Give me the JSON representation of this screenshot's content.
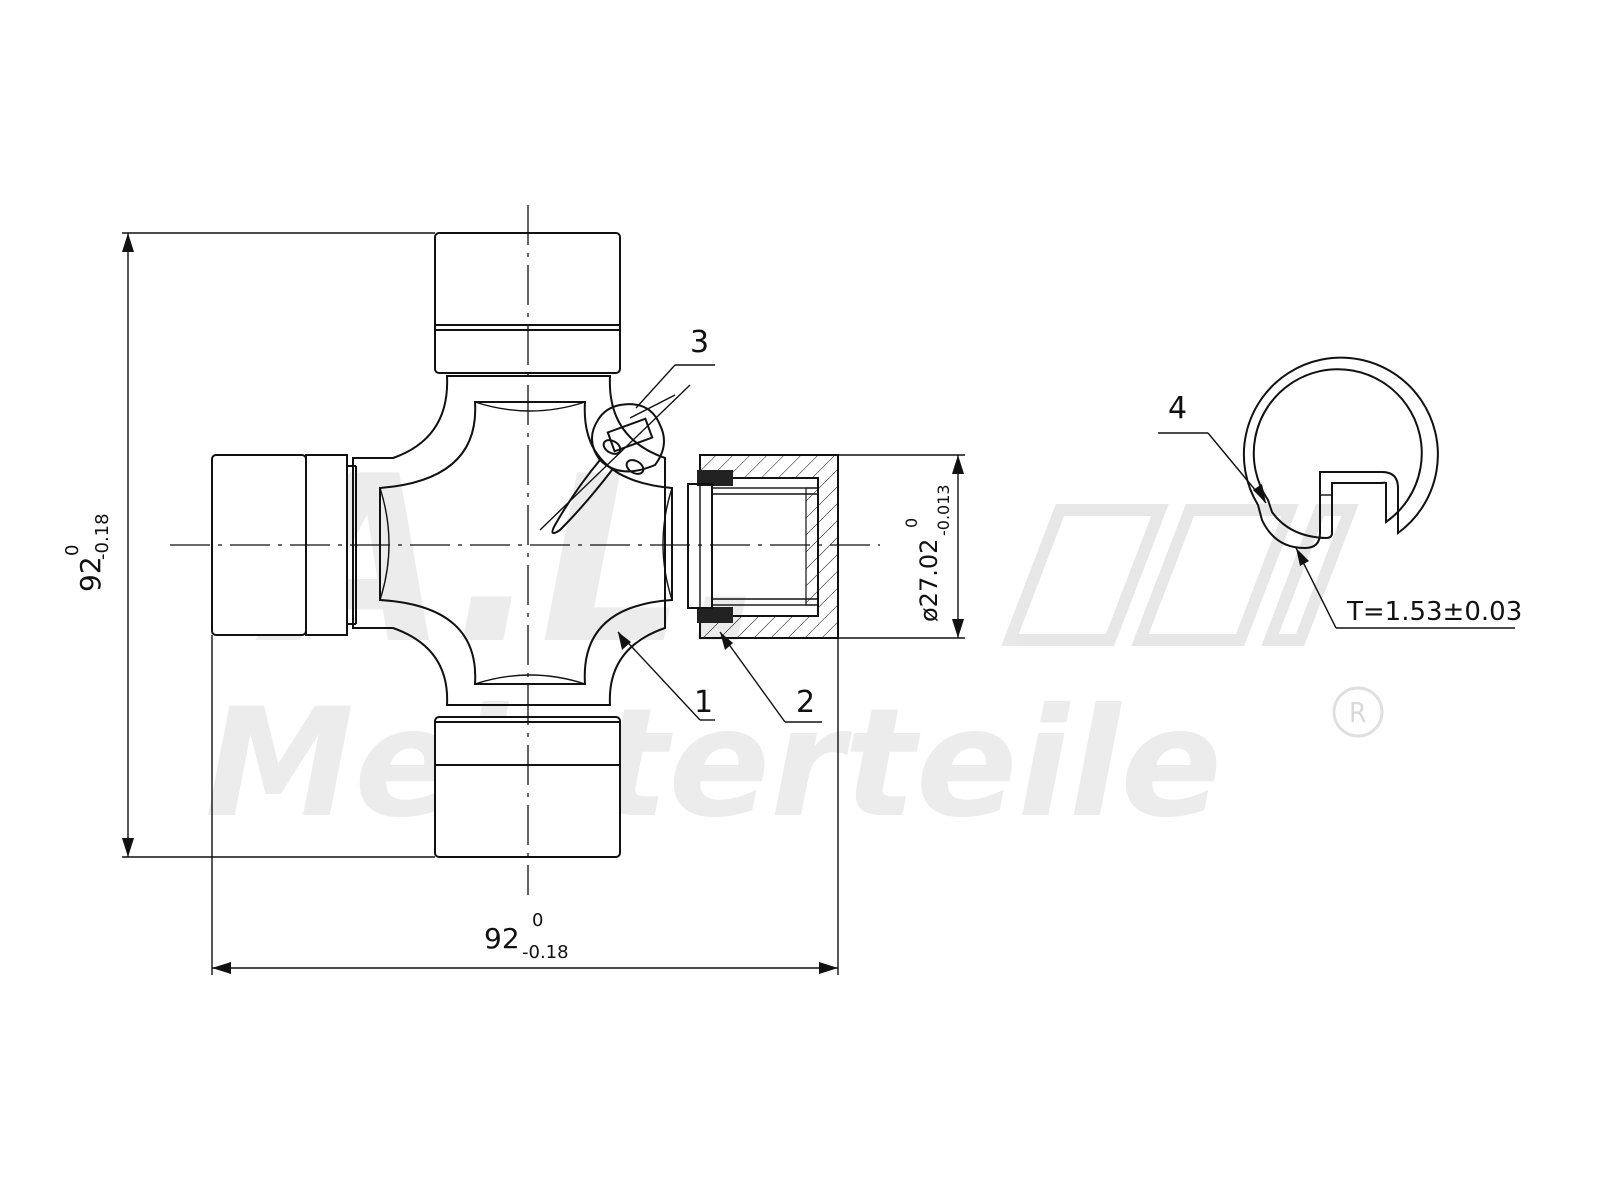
{
  "watermark": {
    "brand_top": "A.L.",
    "brand_bottom": "Meisterteile",
    "registered_mark": "R"
  },
  "labels": {
    "part_1": "1",
    "part_2": "2",
    "part_3": "3",
    "part_4": "4"
  },
  "dimensions": {
    "height_nominal": "92",
    "height_upper_tol": "0",
    "height_lower_tol": "-0.18",
    "width_nominal": "92",
    "width_upper_tol": "0",
    "width_lower_tol": "-0.18",
    "bore_diameter": "ø27.02",
    "bore_upper_tol": "0",
    "bore_lower_tol": "-0.013",
    "ring_thickness": "T=1.53±0.03"
  }
}
